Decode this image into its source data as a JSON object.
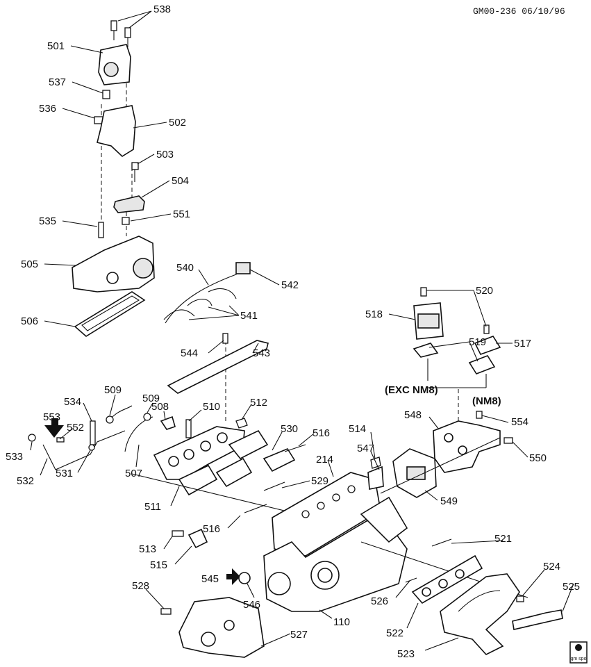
{
  "header": {
    "code": "GM00-236 06/10/96"
  },
  "captions": {
    "exc_nm8": "(EXC NM8)",
    "nm8": "(NM8)"
  },
  "logo": {
    "text": "gm spo"
  },
  "callouts": [
    {
      "id": "538",
      "label": "538"
    },
    {
      "id": "501",
      "label": "501"
    },
    {
      "id": "537",
      "label": "537"
    },
    {
      "id": "536",
      "label": "536"
    },
    {
      "id": "502",
      "label": "502"
    },
    {
      "id": "503",
      "label": "503"
    },
    {
      "id": "504",
      "label": "504"
    },
    {
      "id": "535",
      "label": "535"
    },
    {
      "id": "551",
      "label": "551"
    },
    {
      "id": "505",
      "label": "505"
    },
    {
      "id": "506",
      "label": "506"
    },
    {
      "id": "540",
      "label": "540"
    },
    {
      "id": "542",
      "label": "542"
    },
    {
      "id": "541",
      "label": "541"
    },
    {
      "id": "520",
      "label": "520"
    },
    {
      "id": "518",
      "label": "518"
    },
    {
      "id": "519",
      "label": "519"
    },
    {
      "id": "517",
      "label": "517"
    },
    {
      "id": "544",
      "label": "544"
    },
    {
      "id": "543",
      "label": "543"
    },
    {
      "id": "534",
      "label": "534"
    },
    {
      "id": "509a",
      "label": "509"
    },
    {
      "id": "509b",
      "label": "509"
    },
    {
      "id": "508",
      "label": "508"
    },
    {
      "id": "510",
      "label": "510"
    },
    {
      "id": "512",
      "label": "512"
    },
    {
      "id": "553",
      "label": "553"
    },
    {
      "id": "552",
      "label": "552"
    },
    {
      "id": "533",
      "label": "533"
    },
    {
      "id": "532",
      "label": "532"
    },
    {
      "id": "531",
      "label": "531"
    },
    {
      "id": "507",
      "label": "507"
    },
    {
      "id": "530",
      "label": "530"
    },
    {
      "id": "516a",
      "label": "516"
    },
    {
      "id": "514",
      "label": "514"
    },
    {
      "id": "214",
      "label": "214"
    },
    {
      "id": "547",
      "label": "547"
    },
    {
      "id": "548",
      "label": "548"
    },
    {
      "id": "554",
      "label": "554"
    },
    {
      "id": "550",
      "label": "550"
    },
    {
      "id": "549",
      "label": "549"
    },
    {
      "id": "529",
      "label": "529"
    },
    {
      "id": "511",
      "label": "511"
    },
    {
      "id": "516b",
      "label": "516"
    },
    {
      "id": "513",
      "label": "513"
    },
    {
      "id": "515",
      "label": "515"
    },
    {
      "id": "545",
      "label": "545"
    },
    {
      "id": "546",
      "label": "546"
    },
    {
      "id": "521",
      "label": "521"
    },
    {
      "id": "524",
      "label": "524"
    },
    {
      "id": "525",
      "label": "525"
    },
    {
      "id": "526",
      "label": "526"
    },
    {
      "id": "528",
      "label": "528"
    },
    {
      "id": "110",
      "label": "110"
    },
    {
      "id": "522",
      "label": "522"
    },
    {
      "id": "527",
      "label": "527"
    },
    {
      "id": "523",
      "label": "523"
    }
  ]
}
